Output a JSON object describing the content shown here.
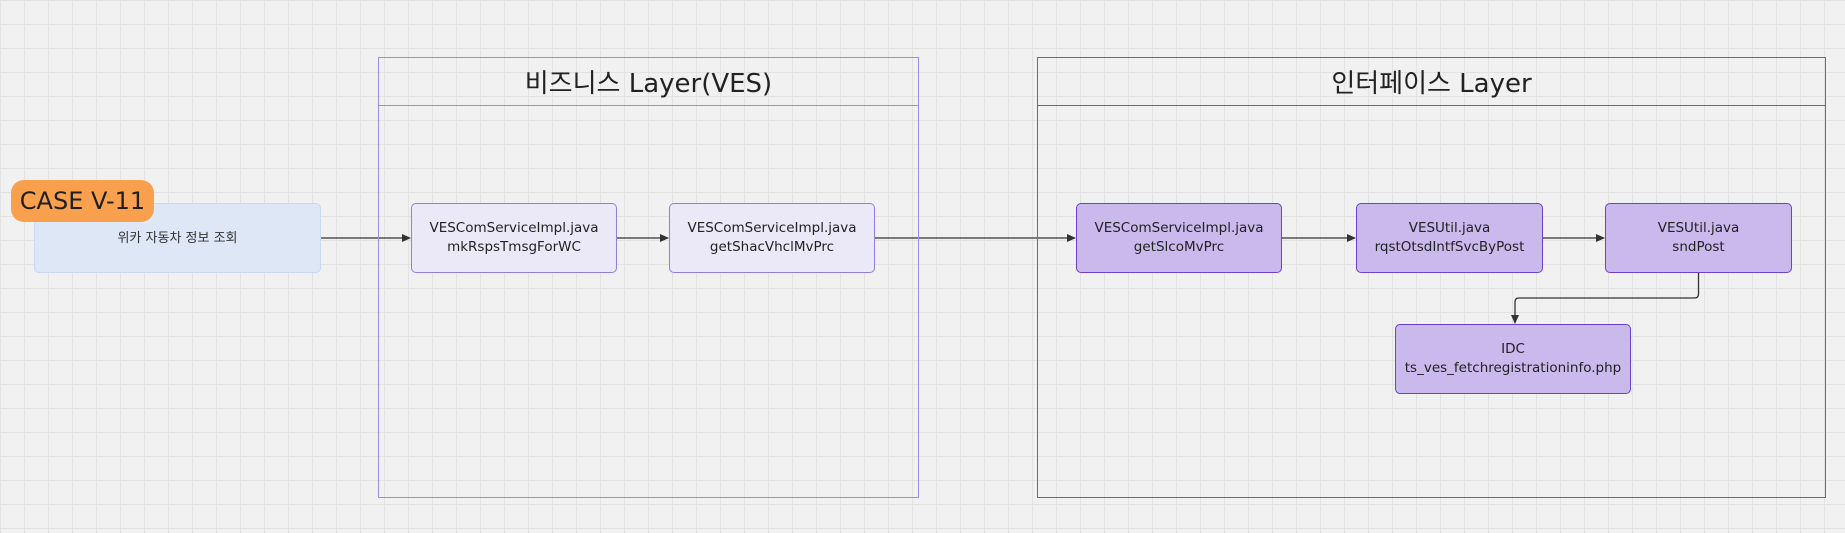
{
  "case_label": "CASE V-11",
  "start_node": {
    "text": "위카 자동차 정보 조회"
  },
  "layers": [
    {
      "id": "business",
      "title": "비즈니스 Layer(VES)"
    },
    {
      "id": "interface",
      "title": "인터페이스 Layer"
    }
  ],
  "nodes": [
    {
      "id": "n1",
      "line1": "VESComServiceImpl.java",
      "line2": "mkRspsTmsgForWC"
    },
    {
      "id": "n2",
      "line1": "VESComServiceImpl.java",
      "line2": "getShacVhclMvPrc"
    },
    {
      "id": "n3",
      "line1": "VESComServiceImpl.java",
      "line2": "getSlcoMvPrc"
    },
    {
      "id": "n4",
      "line1": "VESUtil.java",
      "line2": "rqstOtsdIntfSvcByPost"
    },
    {
      "id": "n5",
      "line1": "VESUtil.java",
      "line2": "sndPost"
    },
    {
      "id": "n6",
      "line1": "IDC",
      "line2": "ts_ves_fetchregistrationinfo.php"
    }
  ],
  "edges": [
    {
      "from": "start",
      "to": "n1"
    },
    {
      "from": "n1",
      "to": "n2"
    },
    {
      "from": "n2",
      "to": "n3"
    },
    {
      "from": "n3",
      "to": "n4"
    },
    {
      "from": "n4",
      "to": "n5"
    },
    {
      "from": "n5",
      "to": "n6"
    }
  ],
  "colors": {
    "canvas_background": "#f1f1f1",
    "business_layer_border": "#9a8ce8",
    "interface_layer_border": "#7b53d0",
    "business_node_fill": "#ebe8f8",
    "interface_node_fill": "#c9b9ec",
    "start_node_fill": "#dde7f6",
    "case_badge_fill": "#f9a04e",
    "edge": "#333333"
  }
}
